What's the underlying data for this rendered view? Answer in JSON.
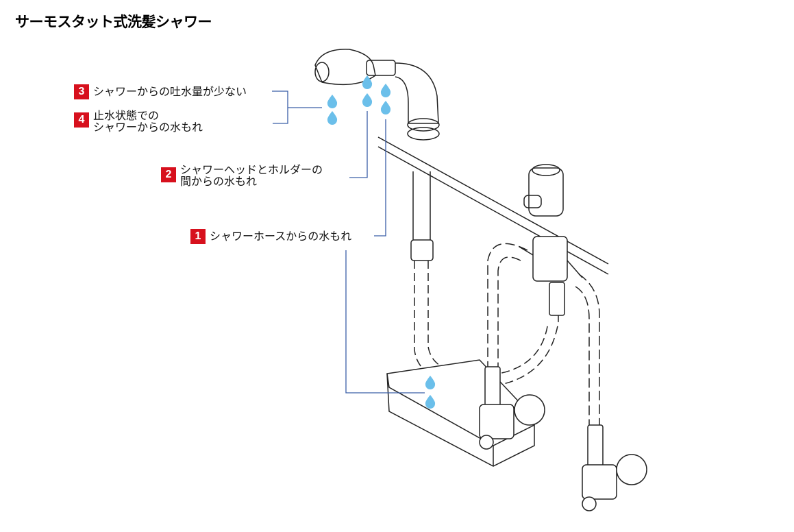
{
  "title": "サーモスタット式洗髪シャワー",
  "callouts": [
    {
      "number": "1",
      "lines": [
        "シャワーホースからの水もれ"
      ]
    },
    {
      "number": "2",
      "lines": [
        "シャワーヘッドとホルダーの",
        "間からの水もれ"
      ]
    },
    {
      "number": "3",
      "lines": [
        "シャワーからの吐水量が少ない"
      ]
    },
    {
      "number": "4",
      "lines": [
        "止水状態での",
        "シャワーからの水もれ"
      ]
    }
  ],
  "colors": {
    "badge": "#d7101d",
    "leader": "#3b5fa8",
    "drop": "#6bbfea"
  }
}
